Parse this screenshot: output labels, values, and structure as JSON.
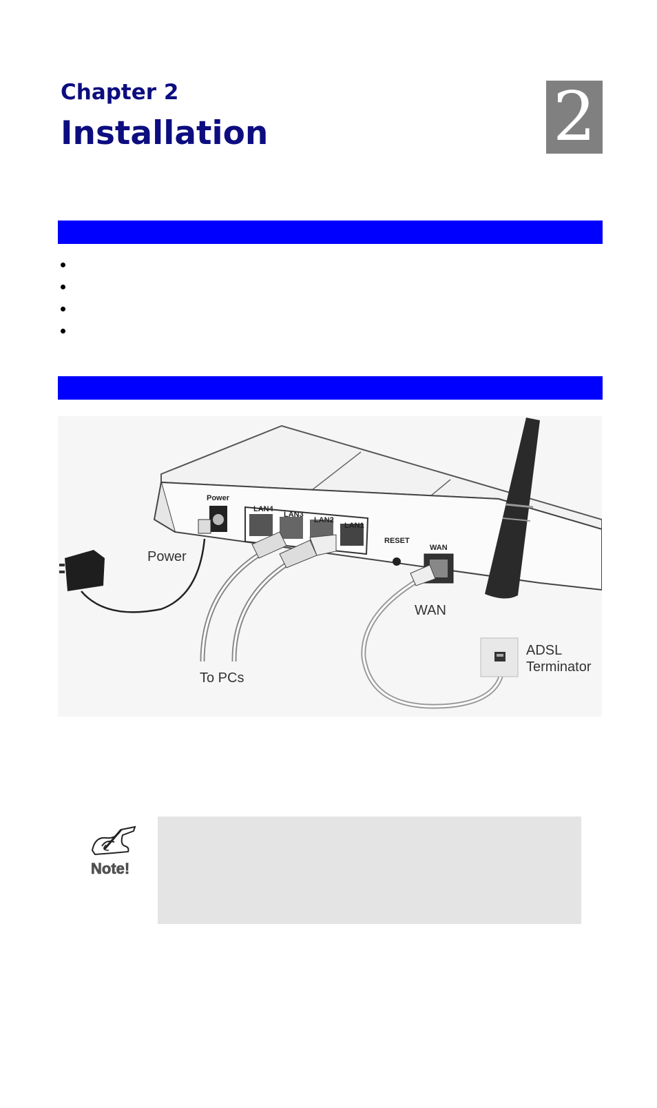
{
  "header": {
    "chapter_label": "Chapter 2",
    "title": "Installation",
    "chapter_number": "2"
  },
  "requirements": {
    "bullet_count": 4
  },
  "figure": {
    "labels": {
      "power_port": "Power",
      "lan4": "LAN4",
      "lan3": "LAN3",
      "lan2": "LAN2",
      "lan1": "LAN1",
      "reset": "RESET",
      "wan_port": "WAN",
      "power": "Power",
      "wan": "WAN",
      "to_pcs": "To PCs",
      "adsl": "ADSL",
      "terminator": "Terminator"
    }
  },
  "note": {
    "icon_label": "Note!",
    "icon": "pencil-note-icon"
  },
  "colors": {
    "heading": "#0d0d80",
    "section_bar": "#0000ff",
    "badge": "#808080",
    "note_background": "#e4e4e4"
  }
}
